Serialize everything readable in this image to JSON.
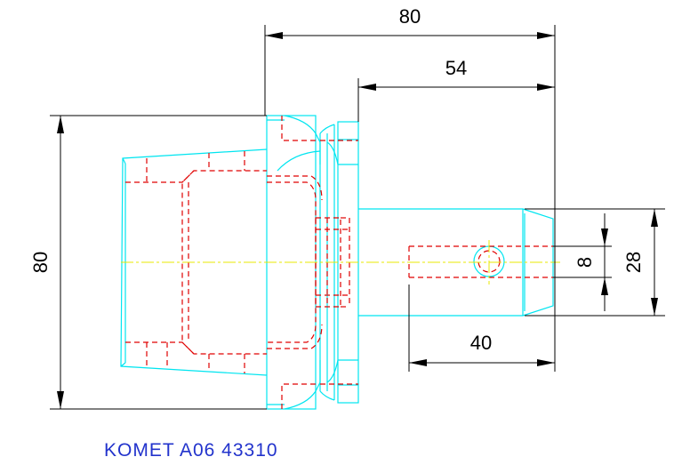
{
  "dimensions": {
    "overall_length": "80",
    "flange_to_end": "54",
    "shank_length": "40",
    "overall_height": "80",
    "shank_diameter": "28",
    "bore_diameter": "8"
  },
  "caption": "KOMET A06 43310",
  "colors": {
    "outline": "#00e5f0",
    "hidden": "#e00000",
    "centerline": "#e8e800",
    "dimension": "#000000",
    "caption": "#2233cc"
  }
}
